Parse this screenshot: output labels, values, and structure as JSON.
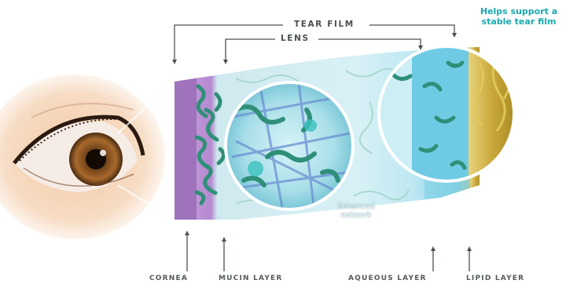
{
  "labels": {
    "tear_film": "TEAR FILM",
    "lens": "LENS",
    "cornea": "CORNEA",
    "mucin_layer": "MUCIN LAYER",
    "aqueous_layer": "AQUEOUS LAYER",
    "lipid_layer": "LIPID LAYER",
    "network_line1": "Enhanced",
    "network_line2": "network"
  },
  "callout": {
    "line1": "Helps support a",
    "line2": "stable tear film"
  },
  "colors": {
    "callout": "#1aa9b0",
    "cornea": "#9b6fb8",
    "mucin": "#2f8f78",
    "aqueous": "#8fd6e8",
    "lipid": "#d8c25a",
    "leader_line": "#4b5055"
  }
}
